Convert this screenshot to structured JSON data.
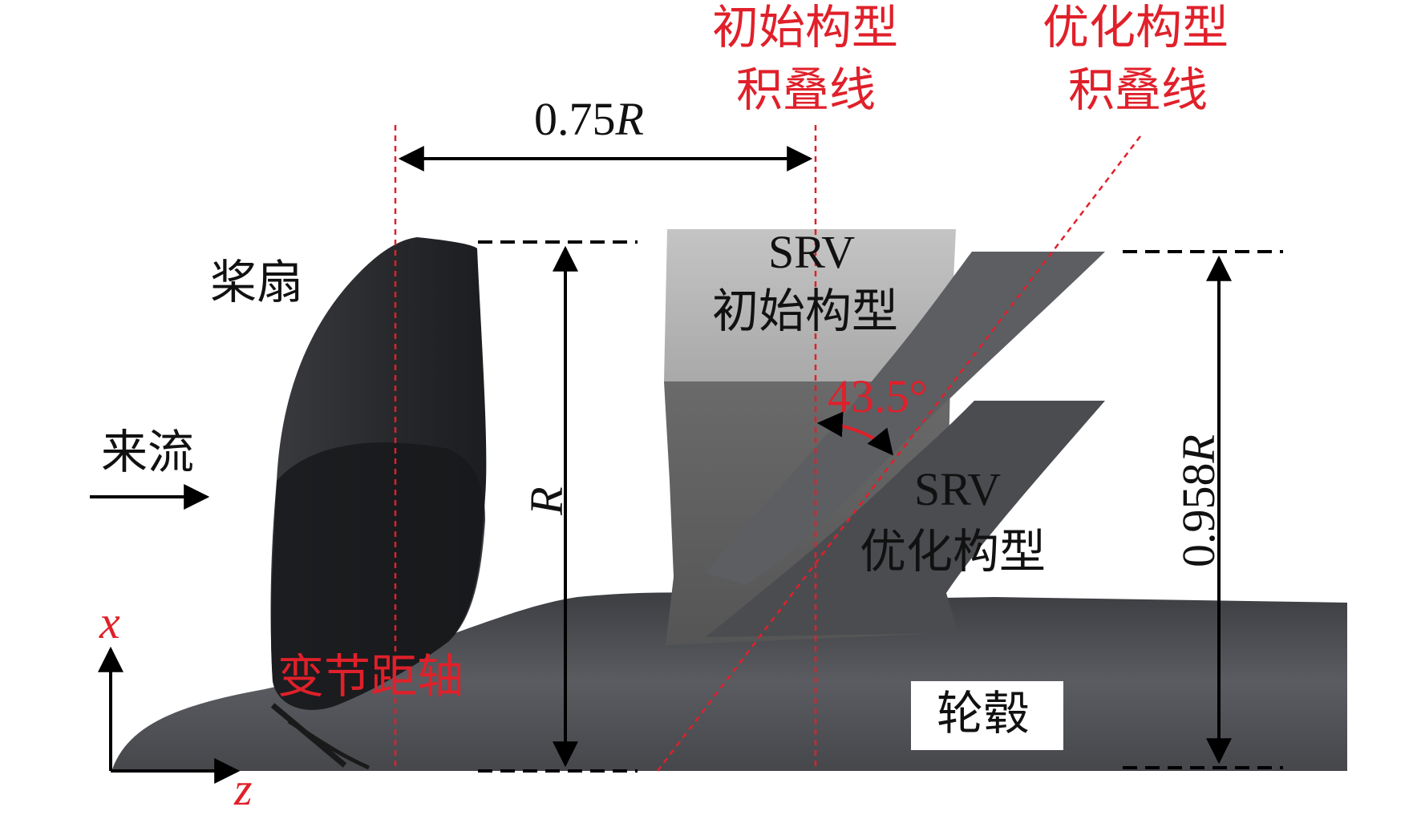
{
  "labels": {
    "initial_stack_line": [
      "初始构型",
      "积叠线"
    ],
    "optimized_stack_line": [
      "优化构型",
      "积叠线"
    ],
    "dim_075": "0.75",
    "dim_R_symbol": "R",
    "propeller": "桨扇",
    "inflow": "来流",
    "srv_initial": [
      "SRV",
      "初始构型"
    ],
    "angle": "43.5°",
    "srv_optimized": [
      "SRV",
      "优化构型"
    ],
    "dim_R": "R",
    "dim_0958": "0.958",
    "pitch_axis": "变节距轴",
    "hub": "轮毂",
    "axis_x": "x",
    "axis_z": "z"
  },
  "colors": {
    "annotation_red": "#e0202a",
    "blade_dark": "#2a2c30",
    "vane_light": "#b8b8b8",
    "vane_mid": "#6e6e6e",
    "hub_gray": "#505257"
  }
}
